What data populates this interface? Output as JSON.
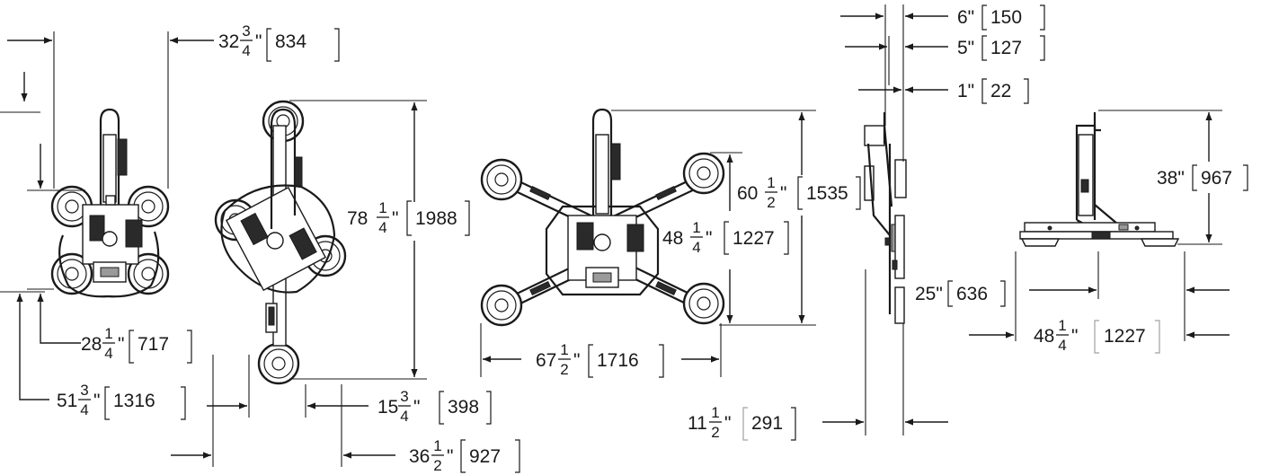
{
  "dimensions": {
    "d1": {
      "whole": "32",
      "num": "3",
      "den": "4",
      "inch": "\"",
      "mm": "834"
    },
    "d2": {
      "whole": "78",
      "num": "1",
      "den": "4",
      "inch": "\"",
      "mm": "1988"
    },
    "d3": {
      "whole": "28",
      "num": "1",
      "den": "4",
      "inch": "\"",
      "mm": "717"
    },
    "d4": {
      "whole": "51",
      "num": "3",
      "den": "4",
      "inch": "\"",
      "mm": "1316"
    },
    "d5": {
      "whole": "15",
      "num": "3",
      "den": "4",
      "inch": "\"",
      "mm": "398"
    },
    "d6": {
      "whole": "36",
      "num": "1",
      "den": "2",
      "inch": "\"",
      "mm": "927"
    },
    "d7": {
      "whole": "60",
      "num": "1",
      "den": "2",
      "inch": "\"",
      "mm": "1535"
    },
    "d8": {
      "whole": "48",
      "num": "1",
      "den": "4",
      "inch": "\"",
      "mm": "1227"
    },
    "d9": {
      "whole": "67",
      "num": "1",
      "den": "2",
      "inch": "\"",
      "mm": "1716"
    },
    "d10": {
      "whole": "11",
      "num": "1",
      "den": "2",
      "inch": "\"",
      "mm": "291"
    },
    "d11": {
      "label": "6\"",
      "mm": "150"
    },
    "d12": {
      "label": "5\"",
      "mm": "127"
    },
    "d13": {
      "label": "1\"",
      "mm": "22"
    },
    "d14": {
      "label": "25\"",
      "mm": "636"
    },
    "d15": {
      "label": "38\"",
      "mm": "967"
    },
    "d16": {
      "whole": "48",
      "num": "1",
      "den": "4",
      "inch": "\"",
      "mm": "1227"
    }
  },
  "colors": {
    "line": "#1a1a1a",
    "bracket_light": "#a0a0a0",
    "background": "#ffffff"
  }
}
